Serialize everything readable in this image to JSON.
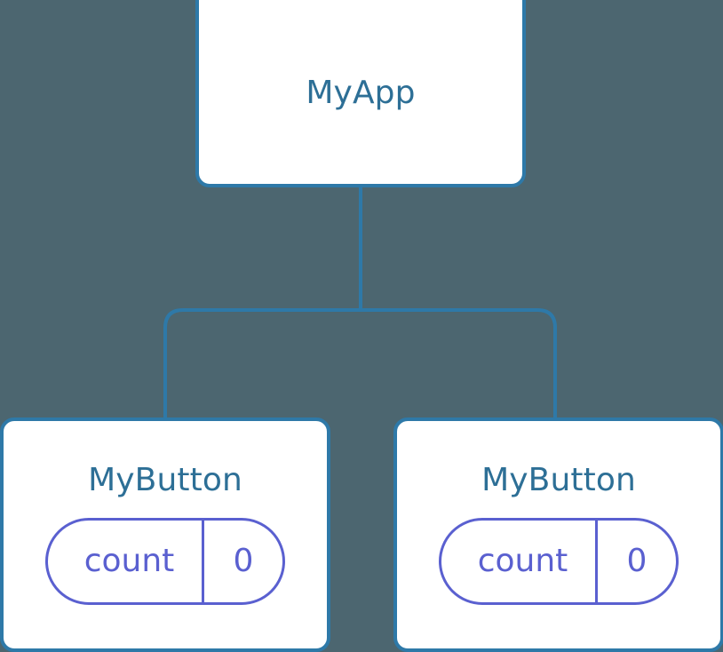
{
  "diagram": {
    "title": "component-tree",
    "background_color": "#4c6670",
    "node_fill_color": "#ffffff",
    "node_border_color": "#2e79a8",
    "node_label_color": "#2d6f96",
    "connector_color": "#2e79a8",
    "state_pill_color": "#5a60d0"
  },
  "root": {
    "label": "MyApp"
  },
  "children": [
    {
      "label": "MyButton",
      "state": {
        "key": "count",
        "value": "0"
      }
    },
    {
      "label": "MyButton",
      "state": {
        "key": "count",
        "value": "0"
      }
    }
  ]
}
